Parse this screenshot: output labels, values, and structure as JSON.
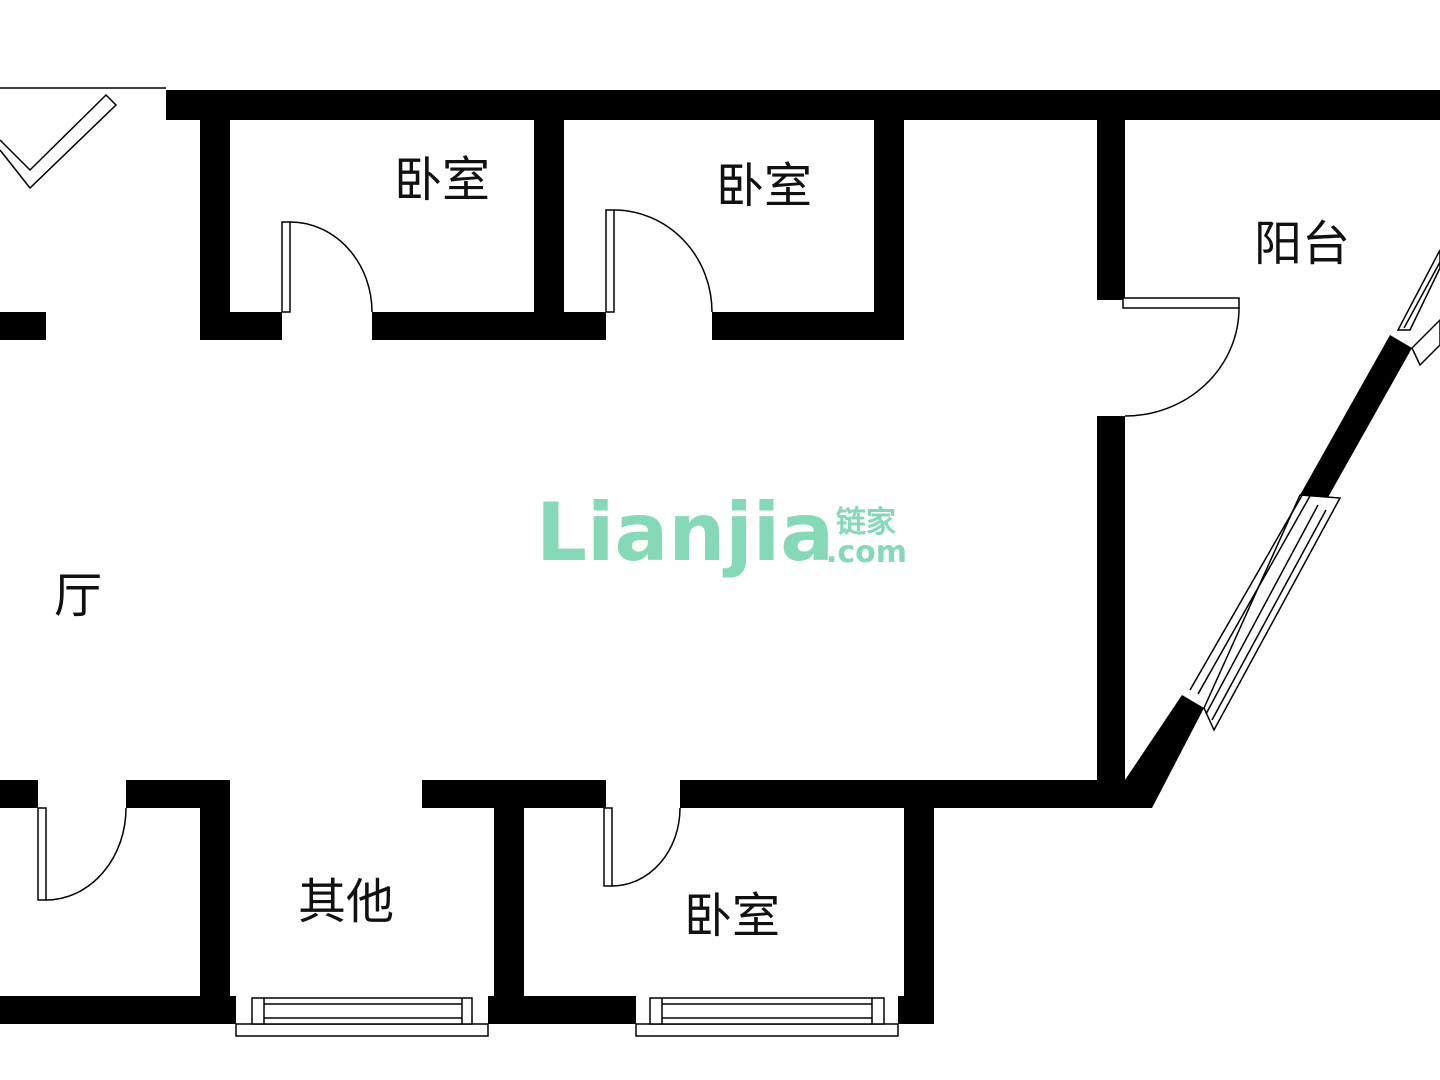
{
  "rooms": {
    "bedroom_1": "卧室",
    "bedroom_2": "卧室",
    "bedroom_3": "卧室",
    "balcony": "阳台",
    "hall": "厅",
    "other": "其他"
  },
  "watermark": {
    "brand": "Lianjia",
    "brand_cn": "链家",
    "domain": ".com",
    "color": "#7fd8b4"
  },
  "colors": {
    "wall": "#000000",
    "background": "#ffffff"
  }
}
